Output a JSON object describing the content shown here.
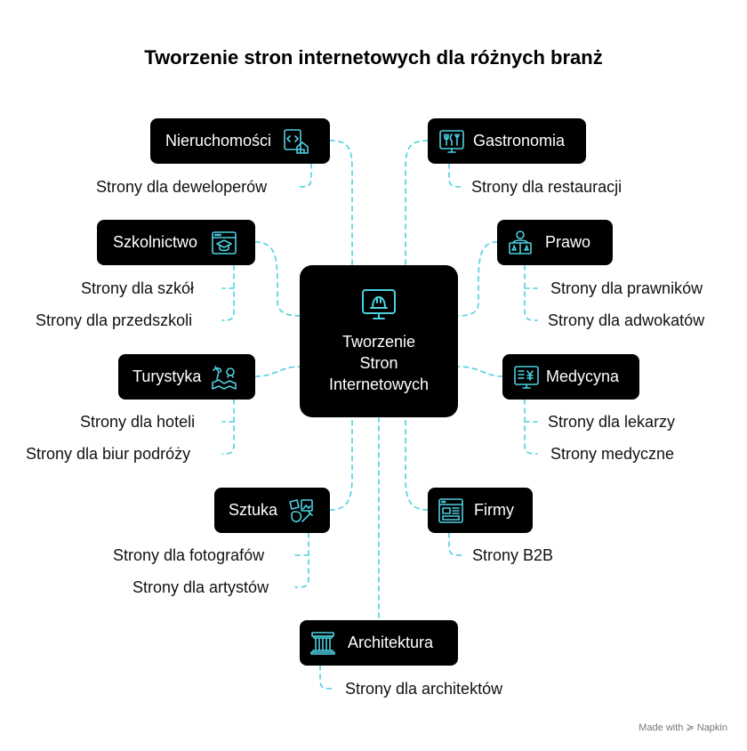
{
  "title": "Tworzenie stron internetowych dla różnych branż",
  "center": {
    "lines": [
      "Tworzenie",
      "Stron",
      "Internetowych"
    ],
    "icon": "monitor-hardhat-icon"
  },
  "accent_color": "#4dd0e1",
  "nodes": {
    "nieruchomosci": {
      "label": "Nieruchomości",
      "icon": "code-house-icon",
      "subs": [
        "Strony dla deweloperów"
      ]
    },
    "gastronomia": {
      "label": "Gastronomia",
      "icon": "restaurant-monitor-icon",
      "subs": [
        "Strony dla restauracji"
      ]
    },
    "szkolnictwo": {
      "label": "Szkolnictwo",
      "icon": "graduation-cap-icon",
      "subs": [
        "Strony dla szkół",
        "Strony dla przedszkoli"
      ]
    },
    "prawo": {
      "label": "Prawo",
      "icon": "lawyer-scales-icon",
      "subs": [
        "Strony dla prawników",
        "Strony dla adwokatów"
      ]
    },
    "turystyka": {
      "label": "Turystyka",
      "icon": "travel-icon",
      "subs": [
        "Strony dla hoteli",
        "Strony dla biur podróży"
      ]
    },
    "medycyna": {
      "label": "Medycyna",
      "icon": "medical-monitor-icon",
      "subs": [
        "Strony dla lekarzy",
        "Strony medyczne"
      ]
    },
    "sztuka": {
      "label": "Sztuka",
      "icon": "art-icon",
      "subs": [
        "Strony dla fotografów",
        "Strony dla artystów"
      ]
    },
    "firmy": {
      "label": "Firmy",
      "icon": "layout-icon",
      "subs": [
        "Strony B2B"
      ]
    },
    "architektura": {
      "label": "Architektura",
      "icon": "building-columns-icon",
      "subs": [
        "Strony dla architektów"
      ]
    }
  },
  "footer": "Made with ≽ Napkin"
}
